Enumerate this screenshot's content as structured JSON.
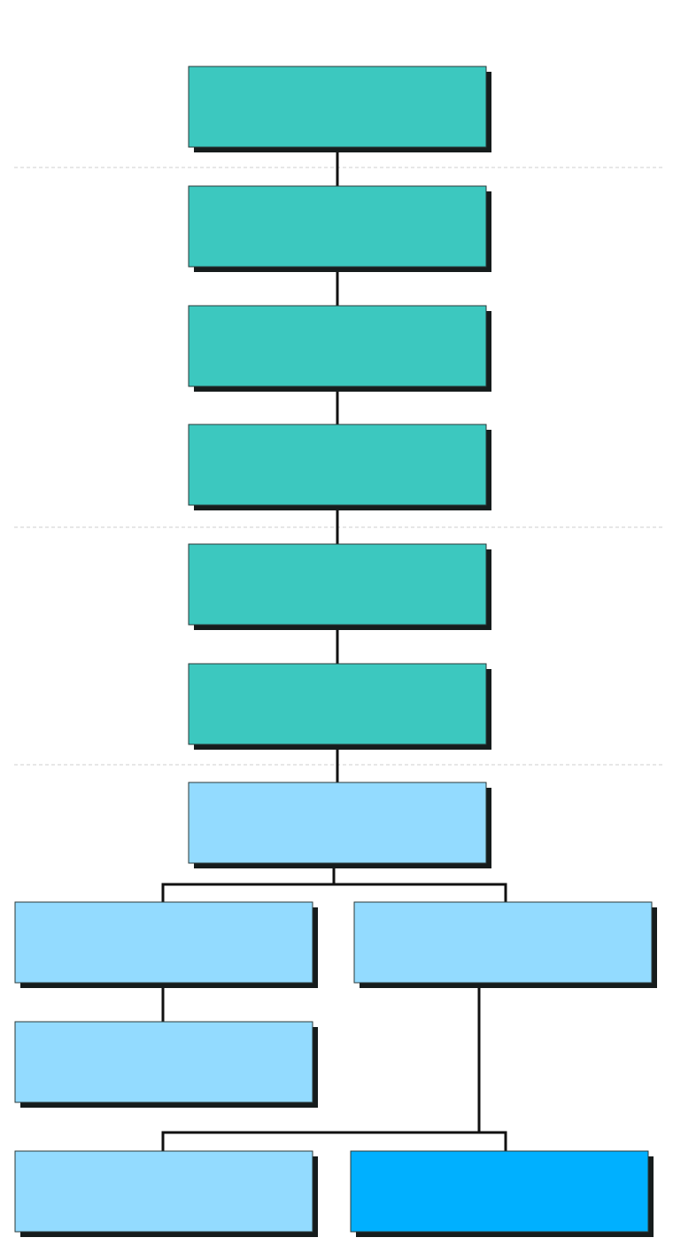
{
  "colors": {
    "teal": "#3cc8bf",
    "light_blue": "#93dbff",
    "bright_blue": "#00b0ff",
    "shadow": "#161c1c",
    "border": "#2a3a3a",
    "connector": "#111111",
    "separator": "#cfcfcf"
  },
  "nodes": [
    {
      "id": "n1",
      "label": "",
      "color": "teal"
    },
    {
      "id": "n2",
      "label": "",
      "color": "teal"
    },
    {
      "id": "n3",
      "label": "",
      "color": "teal"
    },
    {
      "id": "n4",
      "label": "",
      "color": "teal"
    },
    {
      "id": "n5",
      "label": "",
      "color": "teal"
    },
    {
      "id": "n6",
      "label": "",
      "color": "teal"
    },
    {
      "id": "n7",
      "label": "",
      "color": "light_blue"
    },
    {
      "id": "n8",
      "label": "",
      "color": "light_blue"
    },
    {
      "id": "n9",
      "label": "",
      "color": "light_blue"
    },
    {
      "id": "n10",
      "label": "",
      "color": "light_blue"
    },
    {
      "id": "n11",
      "label": "",
      "color": "light_blue"
    },
    {
      "id": "n12",
      "label": "",
      "color": "bright_blue"
    }
  ],
  "edges": [
    {
      "from": "n1",
      "to": "n2"
    },
    {
      "from": "n2",
      "to": "n3"
    },
    {
      "from": "n3",
      "to": "n4"
    },
    {
      "from": "n4",
      "to": "n5"
    },
    {
      "from": "n5",
      "to": "n6"
    },
    {
      "from": "n6",
      "to": "n7"
    },
    {
      "from": "n7",
      "to": "n8"
    },
    {
      "from": "n7",
      "to": "n9"
    },
    {
      "from": "n8",
      "to": "n10"
    },
    {
      "from": "n9",
      "to": "n11"
    },
    {
      "from": "n9",
      "to": "n12"
    }
  ]
}
